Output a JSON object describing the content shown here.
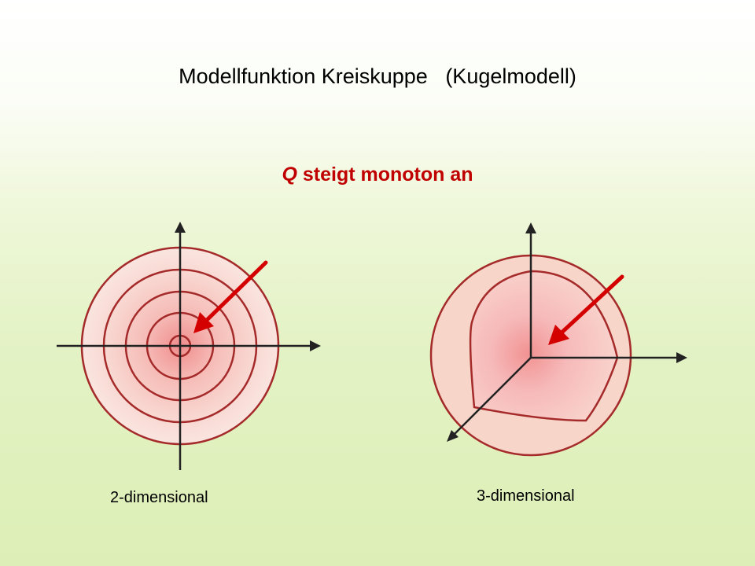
{
  "title": {
    "main": "Modellfunktion Kreiskuppe",
    "aside": "(Kugelmodell)"
  },
  "subtitle": {
    "symbol": "Q",
    "text": " steigt monoton an"
  },
  "labels": {
    "two_d": "2-dimensional",
    "three_d": "3-dimensional"
  },
  "colors": {
    "ring_stroke": "#a52a2a",
    "arrow": "#d40000",
    "axis": "#222222",
    "gradient_center": "#f39a9a",
    "gradient_edge": "#fae3df",
    "sphere_outer": "#f7d8cc"
  }
}
